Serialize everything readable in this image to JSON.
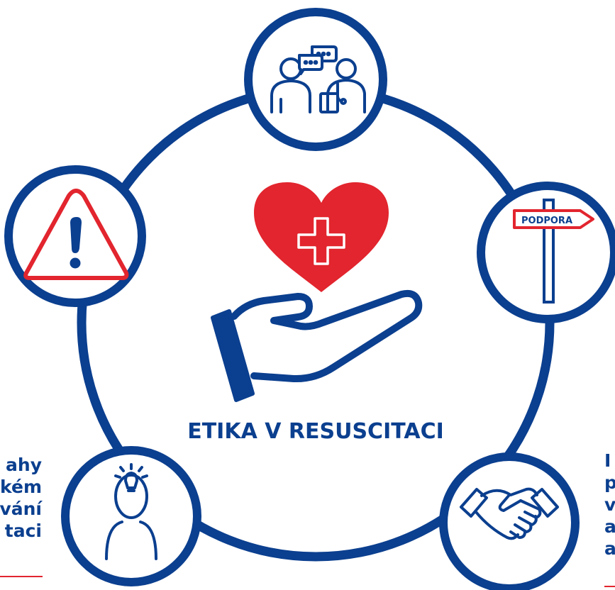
{
  "center_title": "ETIKA V RESUSCITACI",
  "sign_label": "PODPORA",
  "left_caption": [
    "ahy",
    "kém",
    "vání",
    "taci"
  ],
  "right_caption": [
    "I",
    "p",
    "v",
    "a",
    "a"
  ],
  "colors": {
    "navy": "#0b3f8f",
    "red": "#e2252e",
    "white": "#ffffff"
  },
  "icons": [
    "communication-icon",
    "signpost-icon",
    "handshake-icon",
    "lightbulb-head-icon",
    "warning-icon",
    "heart-cross-icon",
    "open-hand-icon"
  ]
}
